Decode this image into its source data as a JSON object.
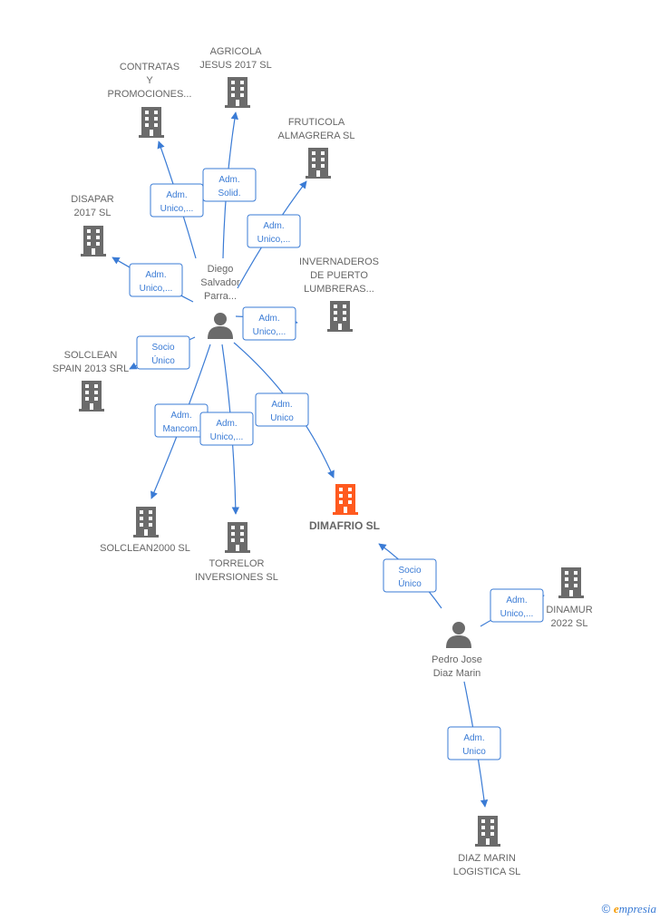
{
  "colors": {
    "edge": "#3a7bd5",
    "company": "#6b6b6b",
    "company_main": "#ff5a1f",
    "person": "#6b6b6b",
    "label_border": "#3a7bd5"
  },
  "nodes": [
    {
      "id": "contratas",
      "type": "company",
      "lines": [
        "CONTRATAS",
        "Y",
        "PROMOCIONES..."
      ]
    },
    {
      "id": "agricola",
      "type": "company",
      "lines": [
        "AGRICOLA",
        "JESUS 2017  SL"
      ]
    },
    {
      "id": "fruticola",
      "type": "company",
      "lines": [
        "FRUTICOLA",
        "ALMAGRERA SL"
      ]
    },
    {
      "id": "disapar",
      "type": "company",
      "lines": [
        "DISAPAR",
        "2017  SL"
      ]
    },
    {
      "id": "invernaderos",
      "type": "company",
      "lines": [
        "INVERNADEROS",
        "DE PUERTO",
        "LUMBRERAS..."
      ]
    },
    {
      "id": "solclean_spain",
      "type": "company",
      "lines": [
        "SOLCLEAN",
        "SPAIN 2013 SRL"
      ]
    },
    {
      "id": "solclean2000",
      "type": "company",
      "lines": [
        "SOLCLEAN2000 SL"
      ]
    },
    {
      "id": "torrelor",
      "type": "company",
      "lines": [
        "TORRELOR",
        "INVERSIONES SL"
      ]
    },
    {
      "id": "dimafrio",
      "type": "company_main",
      "lines": [
        "DIMAFRIO  SL"
      ]
    },
    {
      "id": "dinamur",
      "type": "company",
      "lines": [
        "DINAMUR",
        "2022  SL"
      ]
    },
    {
      "id": "diaz_logistica",
      "type": "company",
      "lines": [
        "DIAZ MARIN",
        "LOGISTICA SL"
      ]
    },
    {
      "id": "diego",
      "type": "person",
      "lines": [
        "Diego",
        "Salvador",
        "Parra..."
      ]
    },
    {
      "id": "pedro",
      "type": "person",
      "lines": [
        "Pedro Jose",
        "Diaz Marin"
      ]
    }
  ],
  "edges": [
    {
      "id": "e1",
      "from": "diego",
      "to": "contratas",
      "label": [
        "Adm.",
        "Unico,..."
      ]
    },
    {
      "id": "e2",
      "from": "diego",
      "to": "agricola",
      "label": [
        "Adm.",
        "Solid."
      ]
    },
    {
      "id": "e3",
      "from": "diego",
      "to": "fruticola",
      "label": [
        "Adm.",
        "Unico,..."
      ]
    },
    {
      "id": "e4",
      "from": "diego",
      "to": "disapar",
      "label": [
        "Adm.",
        "Unico,..."
      ]
    },
    {
      "id": "e5",
      "from": "diego",
      "to": "invernaderos",
      "label": [
        "Adm.",
        "Unico,..."
      ]
    },
    {
      "id": "e6",
      "from": "diego",
      "to": "solclean_spain",
      "label": [
        "Socio",
        "Único"
      ]
    },
    {
      "id": "e7",
      "from": "diego",
      "to": "solclean2000",
      "label": [
        "Adm.",
        "Mancom."
      ]
    },
    {
      "id": "e8",
      "from": "diego",
      "to": "torrelor",
      "label": [
        "Adm.",
        "Unico,..."
      ]
    },
    {
      "id": "e9",
      "from": "diego",
      "to": "dimafrio",
      "label": [
        "Adm.",
        "Unico"
      ]
    },
    {
      "id": "e10",
      "from": "pedro",
      "to": "dimafrio",
      "label": [
        "Socio",
        "Único"
      ]
    },
    {
      "id": "e11",
      "from": "pedro",
      "to": "dinamur",
      "label": [
        "Adm.",
        "Unico,..."
      ]
    },
    {
      "id": "e12",
      "from": "pedro",
      "to": "diaz_logistica",
      "label": [
        "Adm.",
        "Unico"
      ]
    }
  ],
  "footer": {
    "symbol": "©",
    "brand_initial": "e",
    "brand_rest": "mpresia"
  }
}
